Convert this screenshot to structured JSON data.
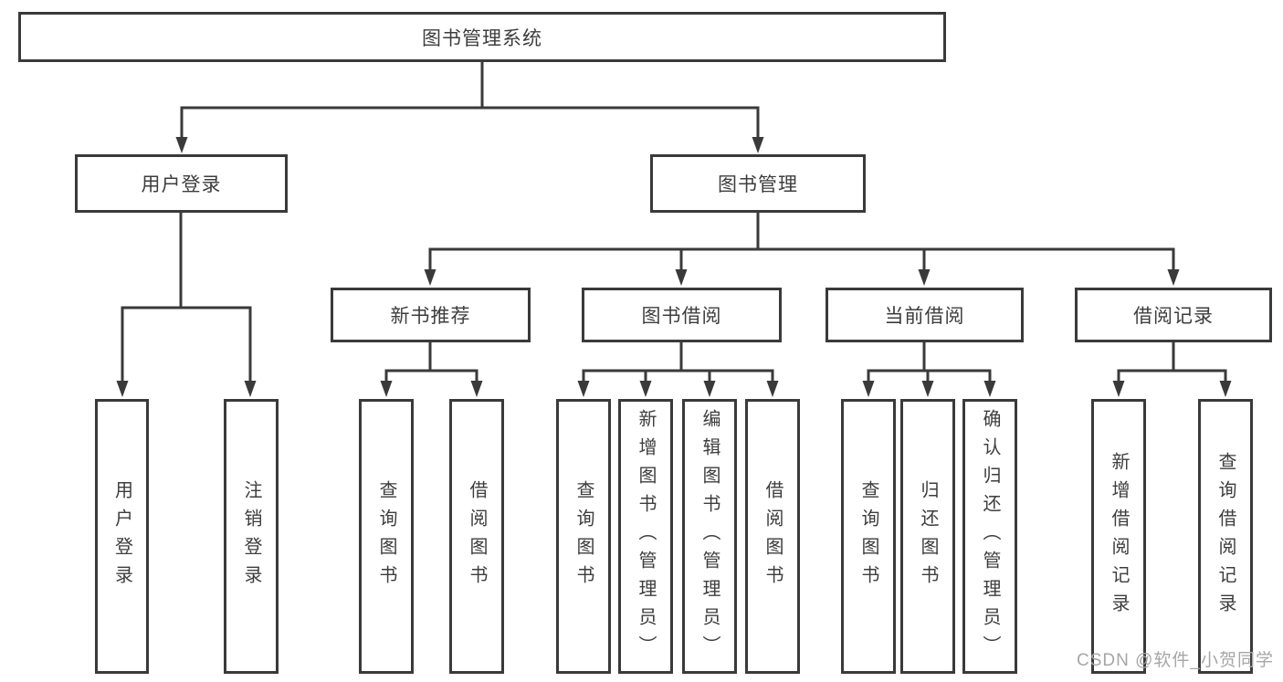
{
  "diagram": {
    "root": {
      "label": "图书管理系统"
    },
    "branches": {
      "user_login": {
        "label": "用户登录",
        "children": {
          "login": {
            "label": "用户登录"
          },
          "logout": {
            "label": "注销登录"
          }
        }
      },
      "book_mgmt": {
        "label": "图书管理",
        "children": {
          "new_books": {
            "label": "新书推荐",
            "children": {
              "query": {
                "label": "查询图书"
              },
              "borrow": {
                "label": "借阅图书"
              }
            }
          },
          "book_borrow": {
            "label": "图书借阅",
            "children": {
              "query": {
                "label": "查询图书"
              },
              "add": {
                "label": "新增图书（管理员）"
              },
              "edit": {
                "label": "编辑图书（管理员）"
              },
              "borrow": {
                "label": "借阅图书"
              }
            }
          },
          "current_borrow": {
            "label": "当前借阅",
            "children": {
              "query": {
                "label": "查询图书"
              },
              "return": {
                "label": "归还图书"
              },
              "confirm": {
                "label": "确认归还（管理员）"
              }
            }
          },
          "borrow_records": {
            "label": "借阅记录",
            "children": {
              "add": {
                "label": "新增借阅记录"
              },
              "query": {
                "label": "查询借阅记录"
              }
            }
          }
        }
      }
    }
  },
  "watermark": {
    "text": "CSDN @软件_小贺同学"
  },
  "colors": {
    "line": "#3a3a3a",
    "text": "#3d3d3d",
    "watermark": "#a6a6a6",
    "background": "#ffffff"
  }
}
